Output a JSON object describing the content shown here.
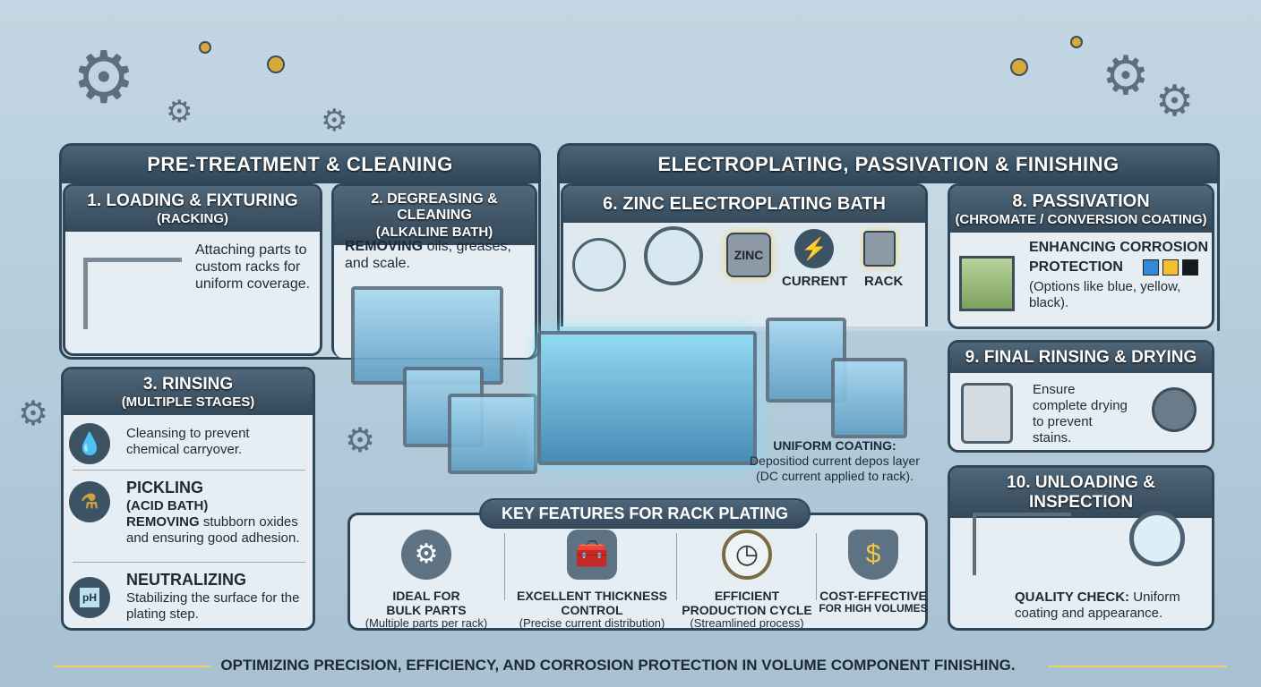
{
  "pretreatment": {
    "title": "PRE-TREATMENT & CLEANING",
    "step1": {
      "title": "1. LOADING & FIXTURING",
      "subtitle": "(RACKING)",
      "text": "Attaching parts to custom racks for uniform coverage."
    },
    "step2": {
      "title": "2. DEGREASING & CLEANING",
      "subtitle": "(ALKALINE BATH)",
      "bold": "REMOVING",
      "text": " oils, greases, and scale."
    },
    "step3": {
      "title": "3. RINSING",
      "subtitle": "(MULTIPLE STAGES)",
      "items": [
        {
          "icon": "water-drop-icon",
          "heading": "",
          "text": "Cleansing to prevent chemical carryover."
        },
        {
          "icon": "flask-icon",
          "heading": "PICKLING",
          "heading2": "(ACID BATH)",
          "bold": "REMOVING",
          "text": " stubborn oxides and ensuring good adhesion."
        },
        {
          "icon": "ph-beaker-icon",
          "heading": "NEUTRALIZING",
          "text": "Stabilizing the surface for the plating step.",
          "badge": "pH"
        }
      ]
    }
  },
  "electroplating": {
    "title": "ELECTROPLATING, PASSIVATION & FINISHING",
    "step6": {
      "title": "6. ZINC ELECTROPLATING BATH",
      "labels": {
        "zinc": "ZINC",
        "current": "CURRENT",
        "rack": "RACK"
      },
      "coating_heading": "UNIFORM COATING:",
      "coating_text": "Depositiod current depos layer",
      "coating_text2": "(DC current applied to rack)."
    },
    "step8": {
      "title": "8. PASSIVATION",
      "subtitle": "(CHROMATE / CONVERSION COATING)",
      "heading": "ENHANCING CORROSION",
      "heading2": "PROTECTION",
      "text": "(Options like blue, yellow, black).",
      "swatches": [
        "#2f8ad8",
        "#f0c030",
        "#141a20"
      ]
    },
    "step9": {
      "title": "9. FINAL RINSING & DRYING",
      "text": "Ensure complete drying to prevent stains."
    },
    "step10": {
      "title": "10. UNLOADING & INSPECTION",
      "bold": "QUALITY CHECK:",
      "text": " Uniform coating and appearance."
    }
  },
  "features": {
    "title": "KEY FEATURES FOR RACK PLATING",
    "items": [
      {
        "icon": "gear-icon",
        "t1": "IDEAL FOR",
        "t2": "BULK PARTS",
        "sub": "(Multiple parts per rack)"
      },
      {
        "icon": "toolbox-icon",
        "t1": "EXCELLENT THICKNESS",
        "t2": "CONTROL",
        "sub": "(Precise current distribution)"
      },
      {
        "icon": "clock-icon",
        "t1": "EFFICIENT",
        "t2": "PRODUCTION CYCLE",
        "sub": "(Streamlined process)"
      },
      {
        "icon": "shield-dollar-icon",
        "t1": "COST-EFFECTIVE",
        "t2": "FOR HIGH VOLUMES",
        "sub": ""
      }
    ]
  },
  "footer": "OPTIMIZING PRECISION, EFFICIENCY, AND CORROSION PROTECTION IN VOLUME COMPONENT FINISHING."
}
